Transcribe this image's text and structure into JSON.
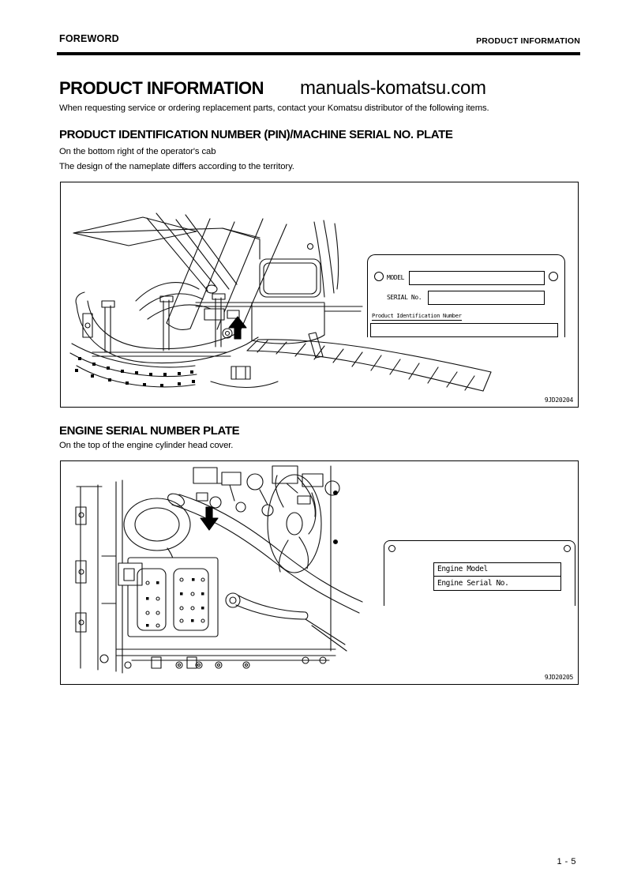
{
  "page": {
    "header": {
      "left_label": "FOREWORD",
      "right_label": "PRODUCT INFORMATION"
    },
    "title": "PRODUCT INFORMATION",
    "watermark": "manuals-komatsu.com",
    "intro": "When requesting service or ordering replacement parts, contact your Komatsu distributor of the following items.",
    "footer_page_number": "1 - 5"
  },
  "sections": [
    {
      "heading": "PRODUCT IDENTIFICATION NUMBER (PIN)/MACHINE SERIAL NO. PLATE",
      "lines": [
        "On the bottom right of the operator's cab",
        "The design of the nameplate differs according to the territory."
      ],
      "figure_code": "9JD20204",
      "plate": {
        "model_label": "MODEL",
        "serial_label": "SERIAL No.",
        "pin_label": "Product Identification Number"
      }
    },
    {
      "heading": "ENGINE SERIAL NUMBER PLATE",
      "lines": [
        "On the top of the engine cylinder head cover."
      ],
      "figure_code": "9JD20205",
      "plate": {
        "model_label": "Engine Model",
        "serial_label": "Engine Serial No."
      }
    }
  ]
}
